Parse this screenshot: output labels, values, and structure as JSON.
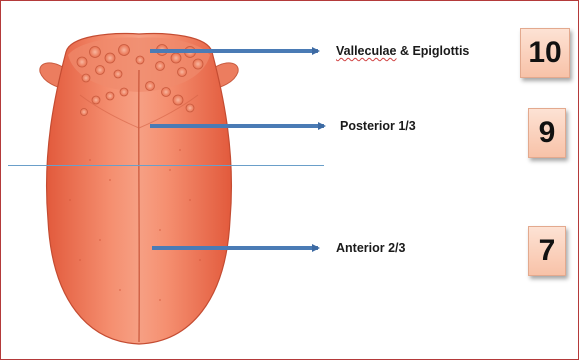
{
  "labels": {
    "valleculae_word": "Valleculae",
    "valleculae_rest": " & Epiglottis",
    "posterior": "Posterior 1/3",
    "anterior": "Anterior 2/3"
  },
  "numbers": {
    "valleculae": "10",
    "posterior": "9",
    "anterior": "7"
  },
  "colors": {
    "tongue": "#f07a5c",
    "arrow": "#4a7bb5",
    "box": "#f8c2a8",
    "frame": "#b43a3a"
  }
}
